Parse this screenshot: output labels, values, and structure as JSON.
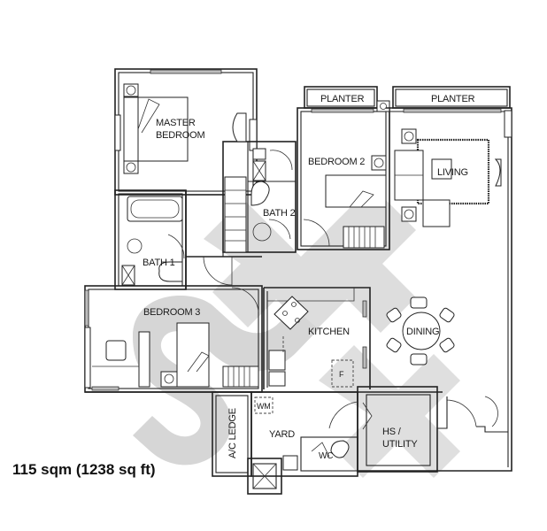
{
  "plan": {
    "rooms": [
      {
        "id": "master-bedroom",
        "label_lines": [
          "MASTER",
          "BEDROOM"
        ]
      },
      {
        "id": "bedroom-2",
        "label": "BEDROOM 2"
      },
      {
        "id": "bedroom-3",
        "label": "BEDROOM 3"
      },
      {
        "id": "bath-1",
        "label": "BATH 1"
      },
      {
        "id": "bath-2",
        "label": "BATH 2"
      },
      {
        "id": "living",
        "label": "LIVING"
      },
      {
        "id": "dining",
        "label": "DINING"
      },
      {
        "id": "kitchen",
        "label": "KITCHEN"
      },
      {
        "id": "yard",
        "label": "YARD"
      },
      {
        "id": "hs-utility",
        "label_lines": [
          "HS /",
          "UTILITY"
        ]
      },
      {
        "id": "ac-ledge",
        "label": "A/C LEDGE"
      },
      {
        "id": "planter-1",
        "label": "PLANTER"
      },
      {
        "id": "planter-2",
        "label": "PLANTER"
      }
    ],
    "fixtures": {
      "washing_machine": "WM",
      "fridge": "F",
      "wc": "WC"
    },
    "area": "115 sqm (1238 sq ft)",
    "watermark": "SRX"
  }
}
